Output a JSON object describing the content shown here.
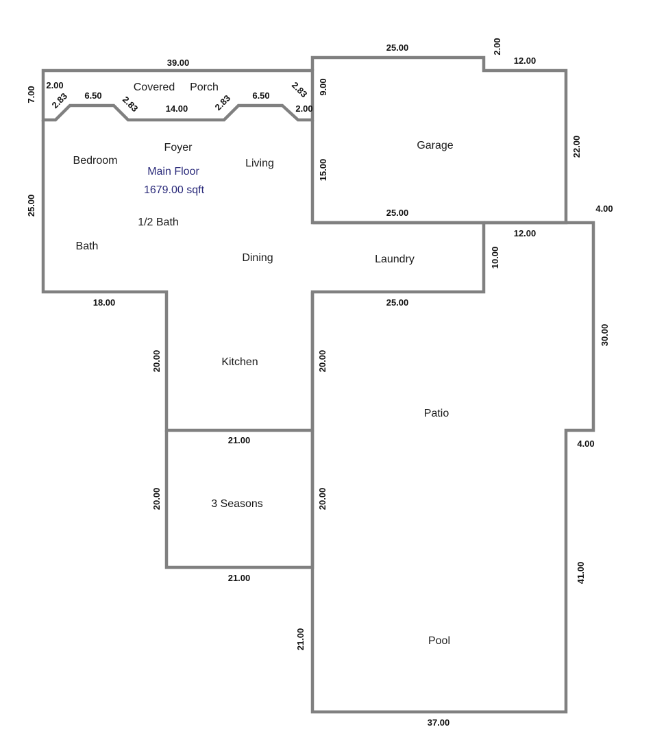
{
  "colors": {
    "walls": "#808080",
    "floor_label": "#2a2a7a",
    "text": "#1a1a1a"
  },
  "floor": {
    "name": "Main Floor",
    "area": "1679.00 sqft"
  },
  "rooms": {
    "covered": "Covered",
    "porch": "Porch",
    "foyer": "Foyer",
    "bedroom": "Bedroom",
    "living": "Living",
    "half_bath": "1/2 Bath",
    "bath": "Bath",
    "dining": "Dining",
    "laundry": "Laundry",
    "garage": "Garage",
    "kitchen": "Kitchen",
    "patio": "Patio",
    "three_seasons": "3 Seasons",
    "pool": "Pool"
  },
  "dims": {
    "top_39": "39.00",
    "porch_2_left": "2.00",
    "porch_650_left": "6.50",
    "porch_283_a": "2.83",
    "porch_283_b": "2.83",
    "porch_14": "14.00",
    "porch_283_c": "2.83",
    "porch_650_right": "6.50",
    "porch_283_d": "2.83",
    "porch_2_right": "2.00",
    "left_7": "7.00",
    "left_25": "25.00",
    "garage_9": "9.00",
    "garage_top_25": "25.00",
    "garage_2": "2.00",
    "garage_12": "12.00",
    "garage_22": "22.00",
    "garage_15": "15.00",
    "garage_bottom_25": "25.00",
    "right_4_top": "4.00",
    "laundry_12": "12.00",
    "laundry_10": "10.00",
    "bottom_18": "18.00",
    "laundry_bottom_25": "25.00",
    "right_30": "30.00",
    "kitchen_20_left": "20.00",
    "kitchen_20_right": "20.00",
    "kitchen_21": "21.00",
    "right_4_bottom": "4.00",
    "seasons_20_left": "20.00",
    "seasons_20_right": "20.00",
    "seasons_21": "21.00",
    "right_41": "41.00",
    "pool_21": "21.00",
    "bottom_37": "37.00"
  }
}
